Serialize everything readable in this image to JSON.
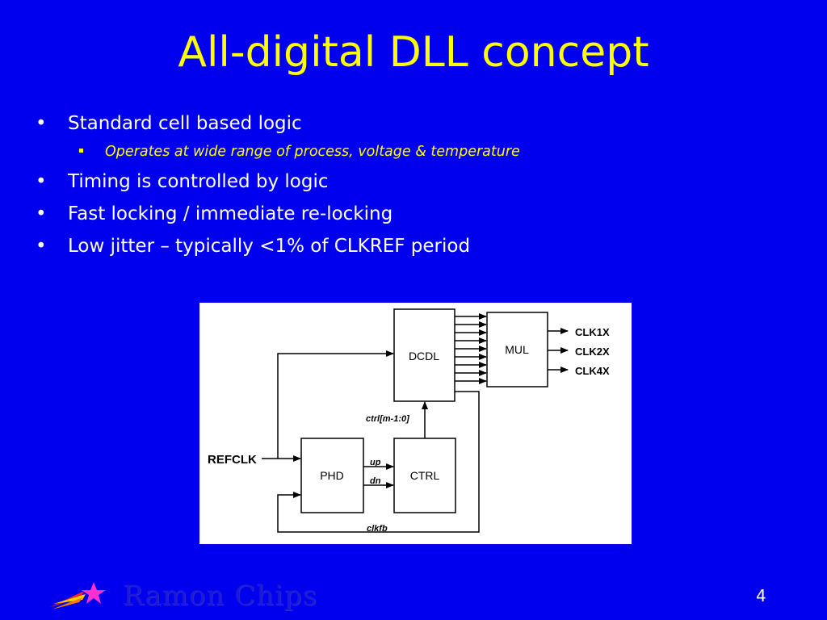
{
  "slide": {
    "title": "All-digital DLL concept",
    "bullets": [
      {
        "text": "Standard cell based logic",
        "sub": [
          "Operates at wide range of process, voltage & temperature"
        ]
      },
      {
        "text": "Timing is controlled by logic"
      },
      {
        "text": "Fast locking / immediate re-locking"
      },
      {
        "text": "Low jitter – typically <1% of CLKREF period"
      }
    ],
    "page_number": "4"
  },
  "diagram": {
    "blocks": {
      "dcdl": "DCDL",
      "mul": "MUL",
      "phd": "PHD",
      "ctrl": "CTRL"
    },
    "signals": {
      "refclk": "REFCLK",
      "ctrl_bus": "ctrl[m-1:0]",
      "up": "up",
      "dn": "dn",
      "clkfb": "clkfb",
      "outputs": [
        "CLK1X",
        "CLK2X",
        "CLK4X"
      ]
    }
  },
  "footer": {
    "brand": "Ramon Chips",
    "logo_icon": "star-comet-logo"
  }
}
